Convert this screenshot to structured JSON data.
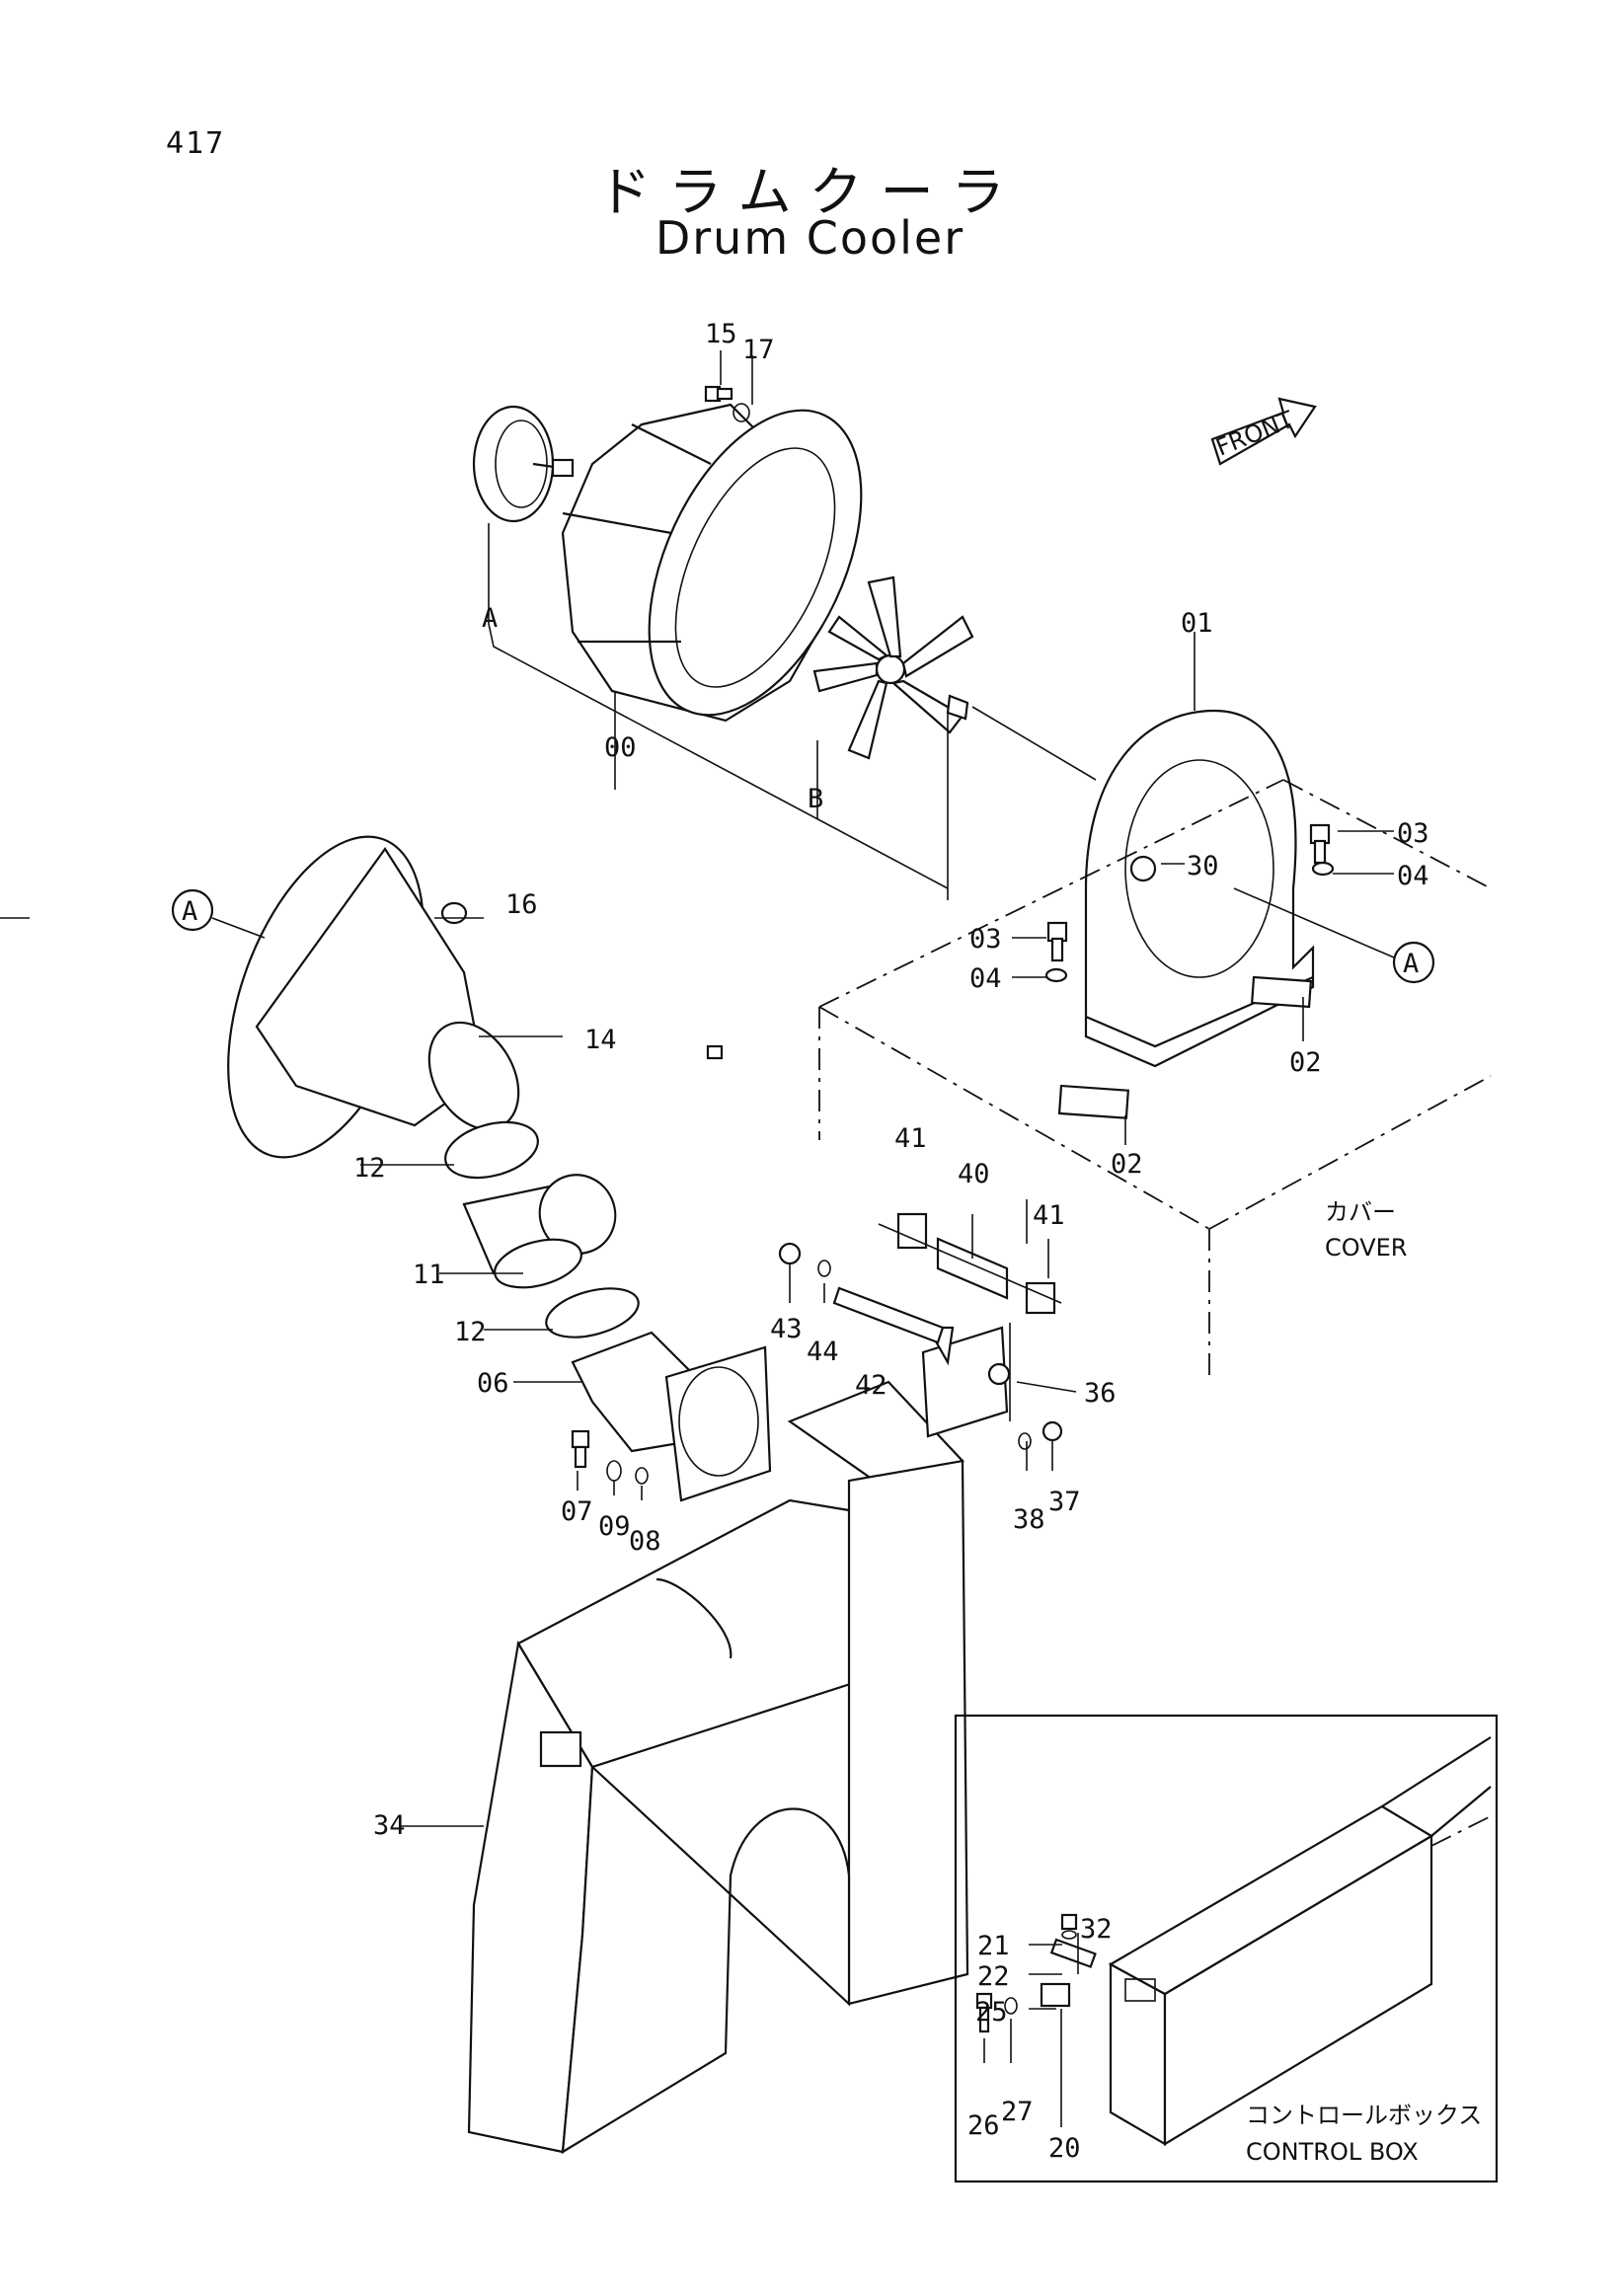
{
  "page_number": "417",
  "title_jp": "ドラムクーラ",
  "title_en": "Drum Cooler",
  "front_label": "FRONT",
  "callouts": {
    "p15": "15",
    "p17": "17",
    "pA1": "A",
    "p00": "00",
    "pB": "B",
    "p01": "01",
    "p03a": "03",
    "p04a": "04",
    "p30": "30",
    "p03b": "03",
    "p04b": "04",
    "p02a": "02",
    "p02b": "02",
    "p16": "16",
    "p14": "14",
    "p12a": "12",
    "p11": "11",
    "p12b": "12",
    "p06": "06",
    "p07": "07",
    "p09": "09",
    "p08": "08",
    "p41a": "41",
    "p40": "40",
    "p41b": "41",
    "p43": "43",
    "p44": "44",
    "p42": "42",
    "p36": "36",
    "p38": "38",
    "p37": "37",
    "p34": "34",
    "p21": "21",
    "p22": "22",
    "p32": "32",
    "p25": "25",
    "p26": "26",
    "p27": "27",
    "p20": "20"
  },
  "circle_refs": {
    "left": "A",
    "right": "A"
  },
  "cover_jp": "カバー",
  "cover_en": "COVER",
  "control_box_jp": "コントロールボックス",
  "control_box_en": "CONTROL BOX"
}
